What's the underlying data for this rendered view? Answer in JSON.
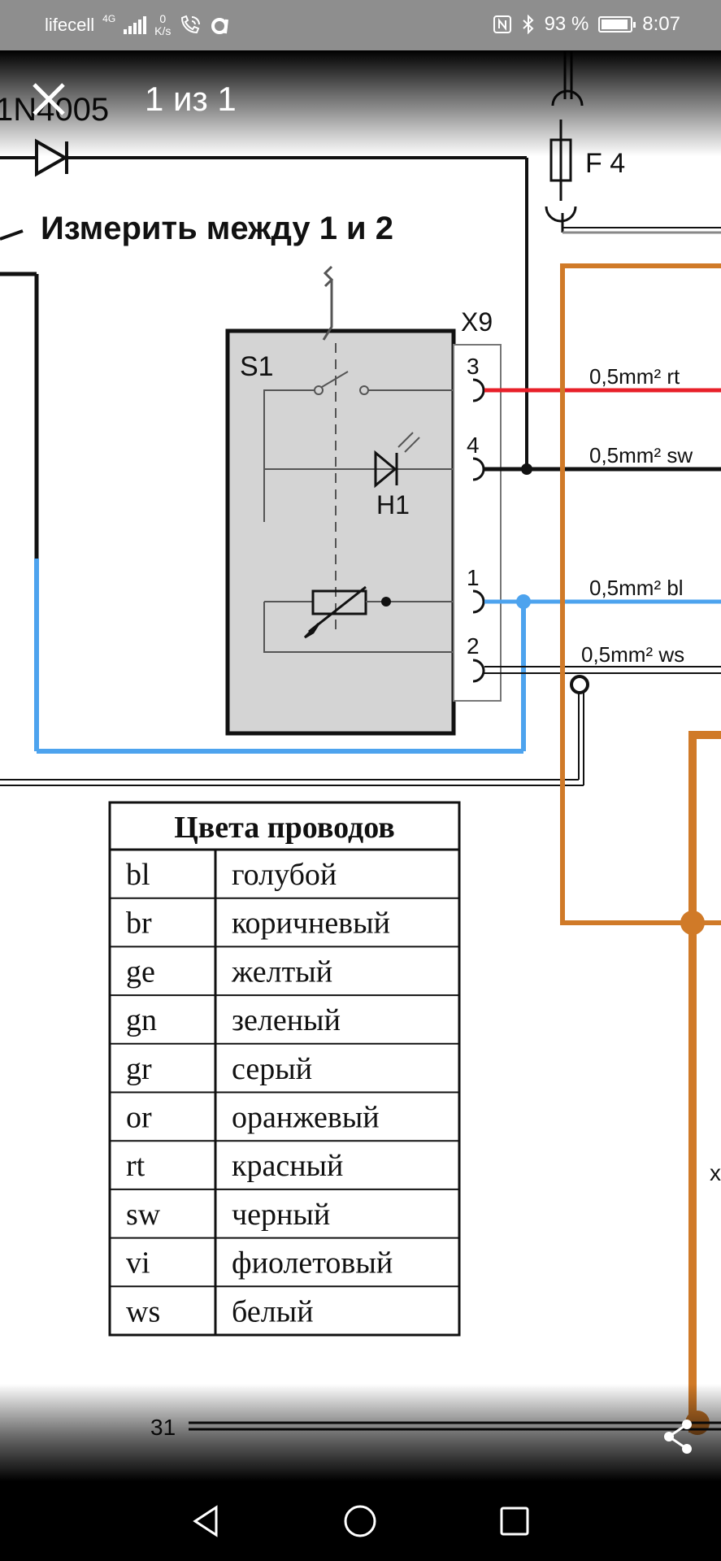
{
  "status_bar": {
    "carrier": "lifecell",
    "network": "4G",
    "speed_value": "0",
    "speed_unit": "K/s",
    "battery_percent": "93 %",
    "battery_level": 0.93,
    "time": "8:07",
    "icons": [
      "signal-icon",
      "wifi-call-icon",
      "app-a-icon",
      "nfc-icon",
      "bluetooth-icon",
      "battery-icon"
    ]
  },
  "viewer": {
    "counter": "1 из 1"
  },
  "diagram": {
    "diode_label": "1N4005",
    "instruction": "Измерить между 1 и 2",
    "fuse_label": "F 4",
    "connector_label": "X9",
    "switch_label": "S1",
    "led_label": "H1",
    "pins": [
      "3",
      "4",
      "1",
      "2"
    ],
    "wires": [
      "0,5mm² rt",
      "0,5mm² sw",
      "0,5mm² bl",
      "0,5mm² ws"
    ],
    "ground_label": "31",
    "colors": {
      "red": "#e8202a",
      "blue": "#4da3ee",
      "orange": "#d07a28",
      "black": "#111111",
      "box": "#d4d4d4"
    }
  },
  "color_table": {
    "title": "Цвета проводов",
    "rows": [
      {
        "code": "bl",
        "name": "голубой"
      },
      {
        "code": "br",
        "name": "коричневый"
      },
      {
        "code": "ge",
        "name": "желтый"
      },
      {
        "code": "gn",
        "name": "зеленый"
      },
      {
        "code": "gr",
        "name": "серый"
      },
      {
        "code": "or",
        "name": "оранжевый"
      },
      {
        "code": "rt",
        "name": "красный"
      },
      {
        "code": "sw",
        "name": "черный"
      },
      {
        "code": "vi",
        "name": "фиолетовый"
      },
      {
        "code": "ws",
        "name": "белый"
      }
    ]
  }
}
